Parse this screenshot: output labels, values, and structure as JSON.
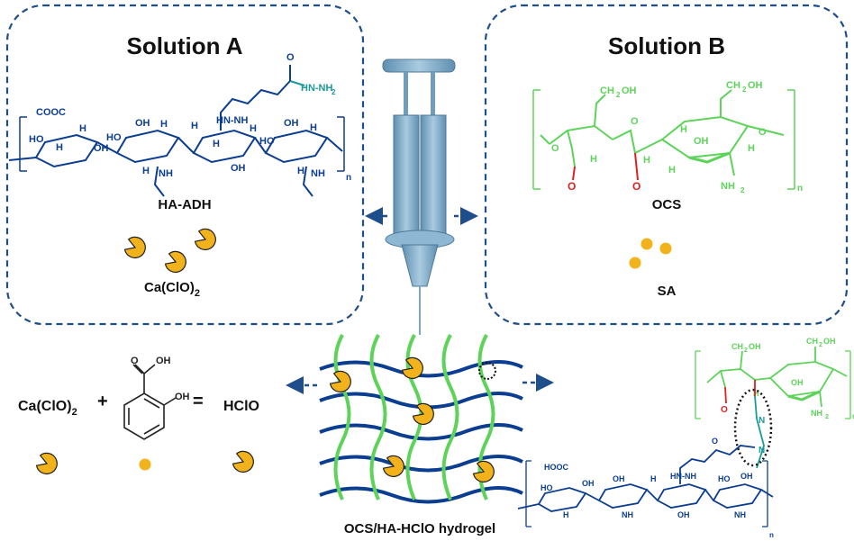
{
  "solution_a": {
    "title": "Solution A",
    "polymer_label": "HA-ADH",
    "salt_label": "Ca(ClO)",
    "salt_subscript": "2",
    "chem_text": {
      "cooh": "COOC",
      "hydrazide": "HN-NH",
      "hydrazide_sub": "2",
      "hn_nh": "HN-NH",
      "repeat_n": "n"
    }
  },
  "solution_b": {
    "title": "Solution B",
    "polymer_label": "OCS",
    "acid_label": "SA",
    "chem_text": {
      "ch2oh_1": "CH",
      "ch2oh_2": "CH",
      "oh": "OH",
      "nh2": "NH",
      "repeat_n": "n"
    }
  },
  "reaction": {
    "reactant_1": "Ca(ClO)",
    "reactant_1_sub": "2",
    "plus": "+",
    "equals": "=",
    "product": "HClO",
    "acid_oh": "OH",
    "acid_ho": "OH"
  },
  "hydrogel": {
    "label": "OCS/HA-HClO hydrogel"
  },
  "colors": {
    "box_border": "#1f4e8c",
    "ha_blue": "#0b3d91",
    "ocs_green": "#5dd35a",
    "hydrazide_teal": "#1a9a9a",
    "aldehyde_red": "#e02020",
    "pacman_fill": "#f2b21b",
    "syringe": "#7aa9c8"
  },
  "icons": [
    "pacman-icon",
    "dot-icon",
    "syringe-icon",
    "arrow-icon"
  ]
}
